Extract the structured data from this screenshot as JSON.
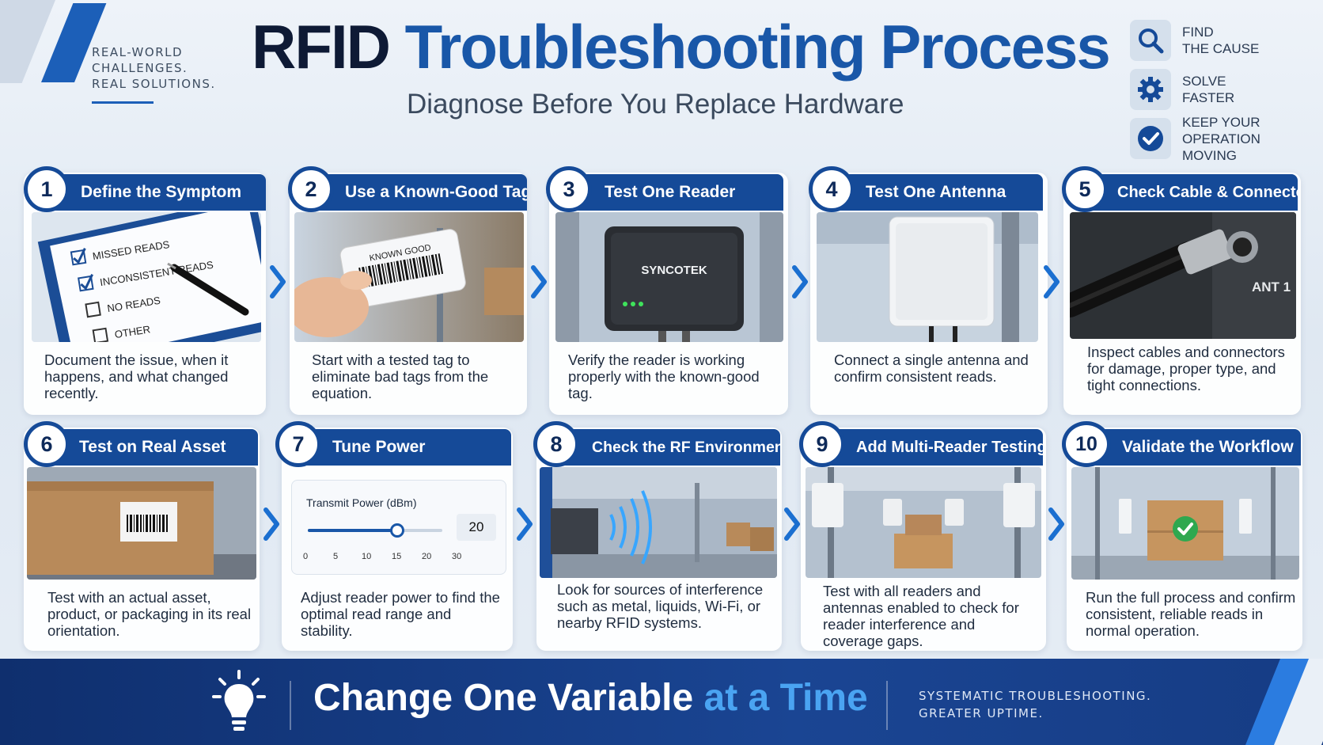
{
  "header": {
    "tagline": [
      "REAL-WORLD",
      "CHALLENGES.",
      "REAL SOLUTIONS."
    ],
    "title_part1": "RFID",
    "title_part2": "Troubleshooting Process",
    "subtitle": "Diagnose Before You Replace Hardware"
  },
  "benefits": [
    {
      "icon": "magnifier-icon",
      "line1": "FIND",
      "line2": "THE CAUSE"
    },
    {
      "icon": "gear-icon",
      "line1": "SOLVE",
      "line2": "FASTER"
    },
    {
      "icon": "checkmark-icon",
      "line1": "KEEP YOUR",
      "line2": "OPERATION MOVING"
    }
  ],
  "steps": [
    {
      "num": "1",
      "title": "Define the Symptom",
      "desc": "Document the issue, when it happens, and what changed recently.",
      "image": {
        "checklist": [
          "MISSED READS",
          "INCONSISTENT READS",
          "NO READS",
          "OTHER"
        ],
        "checked": [
          true,
          true,
          false,
          false
        ]
      }
    },
    {
      "num": "2",
      "title": "Use a Known-Good Tag",
      "desc": "Start with a tested tag to eliminate bad tags from the equation.",
      "image": {
        "tag_label": "KNOWN GOOD"
      }
    },
    {
      "num": "3",
      "title": "Test One Reader",
      "desc": "Verify the reader is working properly with the known-good tag.",
      "image": {
        "brand": "SYNCOTEK"
      }
    },
    {
      "num": "4",
      "title": "Test One Antenna",
      "desc": "Connect a single antenna and confirm consistent reads."
    },
    {
      "num": "5",
      "title": "Check Cable & Connector",
      "desc": "Inspect cables and connectors for damage, proper type, and tight connections.",
      "image": {
        "port_label": "ANT 1"
      }
    },
    {
      "num": "6",
      "title": "Test on Real Asset",
      "desc": "Test with an actual asset, product, or packaging in its real orientation."
    },
    {
      "num": "7",
      "title": "Tune Power",
      "desc": "Adjust reader power to find the optimal read range and stability.",
      "image": {
        "slider_label": "Transmit Power (dBm)",
        "value": "20",
        "ticks": [
          "0",
          "5",
          "10",
          "15",
          "20",
          "30"
        ],
        "fraction": 0.667
      }
    },
    {
      "num": "8",
      "title": "Check the RF Environment",
      "desc": "Look for sources of interference such as metal, liquids, Wi-Fi, or nearby RFID systems."
    },
    {
      "num": "9",
      "title": "Add Multi-Reader Testing",
      "desc": "Test with all readers and antennas enabled to check for reader interference and coverage gaps."
    },
    {
      "num": "10",
      "title": "Validate the Workflow",
      "desc": "Run the full process and confirm consistent, reliable reads in normal operation."
    }
  ],
  "footer": {
    "title_part1": "Change One Variable",
    "title_part2": "at a Time",
    "right_line1": "SYSTEMATIC TROUBLESHOOTING.",
    "right_line2": "GREATER UPTIME."
  },
  "colors": {
    "navy": "#154a98",
    "accent": "#1957a8",
    "dark": "#0e1a35",
    "highlight": "#4aa4f2",
    "green": "#2fa84f"
  }
}
